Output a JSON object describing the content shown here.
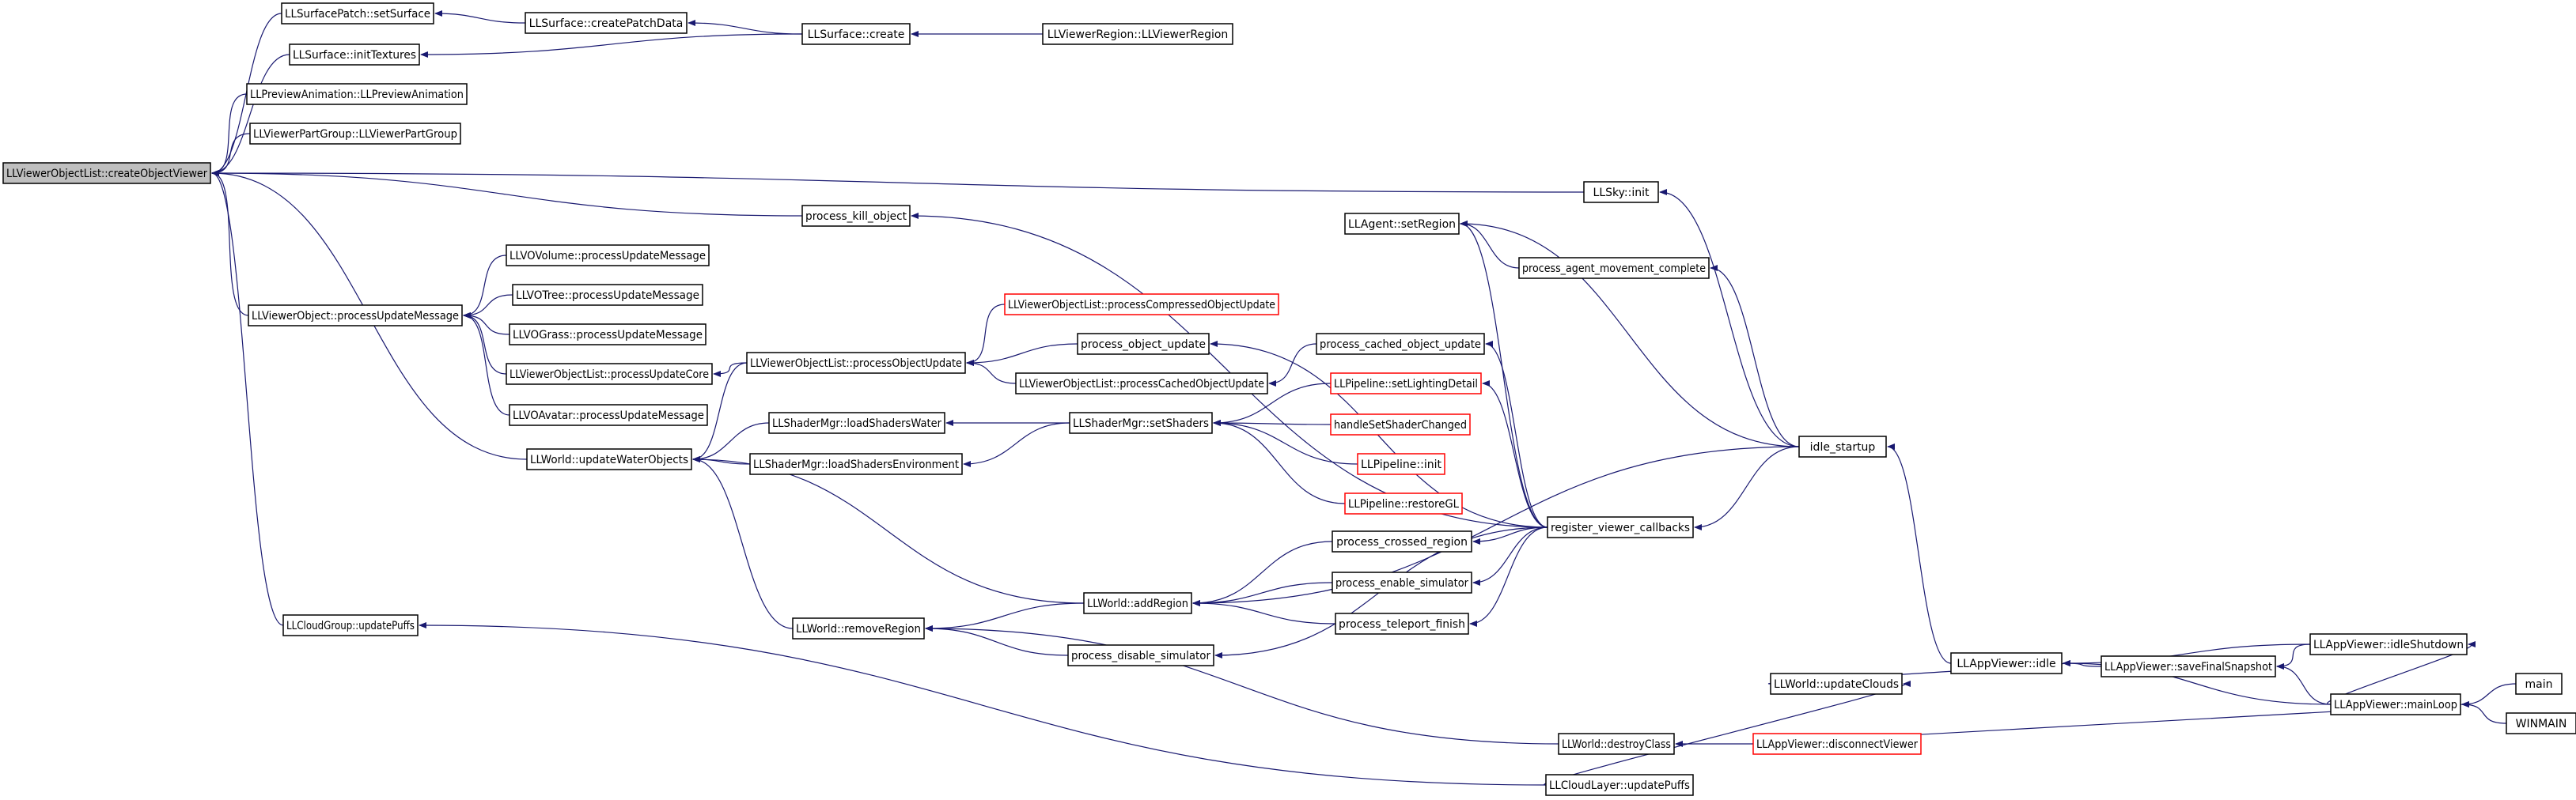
{
  "colors": {
    "background": "#ffffff",
    "edge": "#191970",
    "node_border": "#000000",
    "node_border_unlinked": "#ff0000",
    "root_fill": "#bfbfbf"
  },
  "nodes": [
    {
      "id": "n0",
      "label": "LLViewerObjectList::createObjectViewer",
      "root": true
    },
    {
      "id": "n1",
      "label": "LLSurfacePatch::setSurface"
    },
    {
      "id": "n2",
      "label": "LLSurface::createPatchData"
    },
    {
      "id": "n3",
      "label": "LLSurface::create"
    },
    {
      "id": "n4",
      "label": "LLViewerRegion::LLViewerRegion"
    },
    {
      "id": "n5",
      "label": "LLSurface::initTextures"
    },
    {
      "id": "n6",
      "label": "LLPreviewAnimation::LLPreviewAnimation"
    },
    {
      "id": "n7",
      "label": "LLViewerPartGroup::LLViewerPartGroup"
    },
    {
      "id": "n8",
      "label": "LLSky::init"
    },
    {
      "id": "n9",
      "label": "process_kill_object"
    },
    {
      "id": "n10",
      "label": "LLAgent::setRegion"
    },
    {
      "id": "n11",
      "label": "process_agent_movement_complete"
    },
    {
      "id": "n12",
      "label": "LLVOVolume::processUpdateMessage"
    },
    {
      "id": "n13",
      "label": "LLViewerObject::processUpdateMessage"
    },
    {
      "id": "n14",
      "label": "LLVOTree::processUpdateMessage"
    },
    {
      "id": "n15",
      "label": "LLVOGrass::processUpdateMessage"
    },
    {
      "id": "n16",
      "label": "LLViewerObjectList::processUpdateCore"
    },
    {
      "id": "n17",
      "label": "LLVOAvatar::processUpdateMessage"
    },
    {
      "id": "n18",
      "label": "LLViewerObjectList::processCompressedObjectUpdate",
      "red": true
    },
    {
      "id": "n19",
      "label": "LLViewerObjectList::processObjectUpdate"
    },
    {
      "id": "n20",
      "label": "process_object_update"
    },
    {
      "id": "n21",
      "label": "process_cached_object_update"
    },
    {
      "id": "n22",
      "label": "LLViewerObjectList::processCachedObjectUpdate"
    },
    {
      "id": "n23",
      "label": "LLPipeline::setLightingDetail",
      "red": true
    },
    {
      "id": "n24",
      "label": "LLShaderMgr::loadShadersWater"
    },
    {
      "id": "n25",
      "label": "LLShaderMgr::setShaders"
    },
    {
      "id": "n26",
      "label": "handleSetShaderChanged",
      "red": true
    },
    {
      "id": "n27",
      "label": "LLWorld::updateWaterObjects"
    },
    {
      "id": "n28",
      "label": "LLShaderMgr::loadShadersEnvironment"
    },
    {
      "id": "n29",
      "label": "LLPipeline::init",
      "red": true
    },
    {
      "id": "n30",
      "label": "idle_startup"
    },
    {
      "id": "n31",
      "label": "LLPipeline::restoreGL",
      "red": true
    },
    {
      "id": "n32",
      "label": "register_viewer_callbacks"
    },
    {
      "id": "n33",
      "label": "process_crossed_region"
    },
    {
      "id": "n34",
      "label": "process_enable_simulator"
    },
    {
      "id": "n35",
      "label": "LLWorld::addRegion"
    },
    {
      "id": "n36",
      "label": "process_teleport_finish"
    },
    {
      "id": "n37",
      "label": "LLCloudGroup::updatePuffs"
    },
    {
      "id": "n38",
      "label": "LLWorld::removeRegion"
    },
    {
      "id": "n39",
      "label": "process_disable_simulator"
    },
    {
      "id": "n40",
      "label": "LLAppViewer::idleShutdown"
    },
    {
      "id": "n41",
      "label": "LLAppViewer::saveFinalSnapshot"
    },
    {
      "id": "n42",
      "label": "LLAppViewer::idle"
    },
    {
      "id": "n43",
      "label": "LLWorld::updateClouds"
    },
    {
      "id": "n44",
      "label": "main"
    },
    {
      "id": "n45",
      "label": "LLAppViewer::mainLoop"
    },
    {
      "id": "n46",
      "label": "LLWorld::destroyClass"
    },
    {
      "id": "n47",
      "label": "LLAppViewer::disconnectViewer",
      "red": true
    },
    {
      "id": "n48",
      "label": "WINMAIN"
    },
    {
      "id": "n49",
      "label": "LLCloudLayer::updatePuffs"
    }
  ],
  "edges": [
    [
      "n1",
      "n0"
    ],
    [
      "n5",
      "n0"
    ],
    [
      "n6",
      "n0"
    ],
    [
      "n7",
      "n0"
    ],
    [
      "n8",
      "n0"
    ],
    [
      "n9",
      "n0"
    ],
    [
      "n13",
      "n0"
    ],
    [
      "n27",
      "n0"
    ],
    [
      "n37",
      "n0"
    ],
    [
      "n2",
      "n1"
    ],
    [
      "n3",
      "n2"
    ],
    [
      "n3",
      "n5"
    ],
    [
      "n4",
      "n3"
    ],
    [
      "n30",
      "n8"
    ],
    [
      "n32",
      "n9"
    ],
    [
      "n11",
      "n10"
    ],
    [
      "n30",
      "n10"
    ],
    [
      "n32",
      "n10"
    ],
    [
      "n30",
      "n11"
    ],
    [
      "n12",
      "n13"
    ],
    [
      "n14",
      "n13"
    ],
    [
      "n15",
      "n13"
    ],
    [
      "n16",
      "n13"
    ],
    [
      "n17",
      "n13"
    ],
    [
      "n19",
      "n16"
    ],
    [
      "n18",
      "n19"
    ],
    [
      "n20",
      "n19"
    ],
    [
      "n22",
      "n19"
    ],
    [
      "n32",
      "n20"
    ],
    [
      "n21",
      "n22"
    ],
    [
      "n32",
      "n21"
    ],
    [
      "n19",
      "n27"
    ],
    [
      "n24",
      "n27"
    ],
    [
      "n28",
      "n27"
    ],
    [
      "n35",
      "n27"
    ],
    [
      "n38",
      "n27"
    ],
    [
      "n25",
      "n24"
    ],
    [
      "n25",
      "n28"
    ],
    [
      "n23",
      "n25"
    ],
    [
      "n26",
      "n25"
    ],
    [
      "n29",
      "n25"
    ],
    [
      "n31",
      "n25"
    ],
    [
      "n32",
      "n23"
    ],
    [
      "n30",
      "n32"
    ],
    [
      "n33",
      "n35"
    ],
    [
      "n34",
      "n35"
    ],
    [
      "n36",
      "n35"
    ],
    [
      "n30",
      "n35"
    ],
    [
      "n35",
      "n38"
    ],
    [
      "n32",
      "n33"
    ],
    [
      "n32",
      "n34"
    ],
    [
      "n32",
      "n36"
    ],
    [
      "n39",
      "n38"
    ],
    [
      "n46",
      "n38"
    ],
    [
      "n32",
      "n39"
    ],
    [
      "n42",
      "n30"
    ],
    [
      "n43",
      "n42"
    ],
    [
      "n41",
      "n42"
    ],
    [
      "n45",
      "n42"
    ],
    [
      "n40",
      "n42"
    ],
    [
      "n40",
      "n41"
    ],
    [
      "n45",
      "n41"
    ],
    [
      "n45",
      "n40"
    ],
    [
      "n44",
      "n45"
    ],
    [
      "n48",
      "n45"
    ],
    [
      "n47",
      "n45"
    ],
    [
      "n47",
      "n46"
    ],
    [
      "n49",
      "n43"
    ],
    [
      "n49",
      "n37"
    ]
  ]
}
